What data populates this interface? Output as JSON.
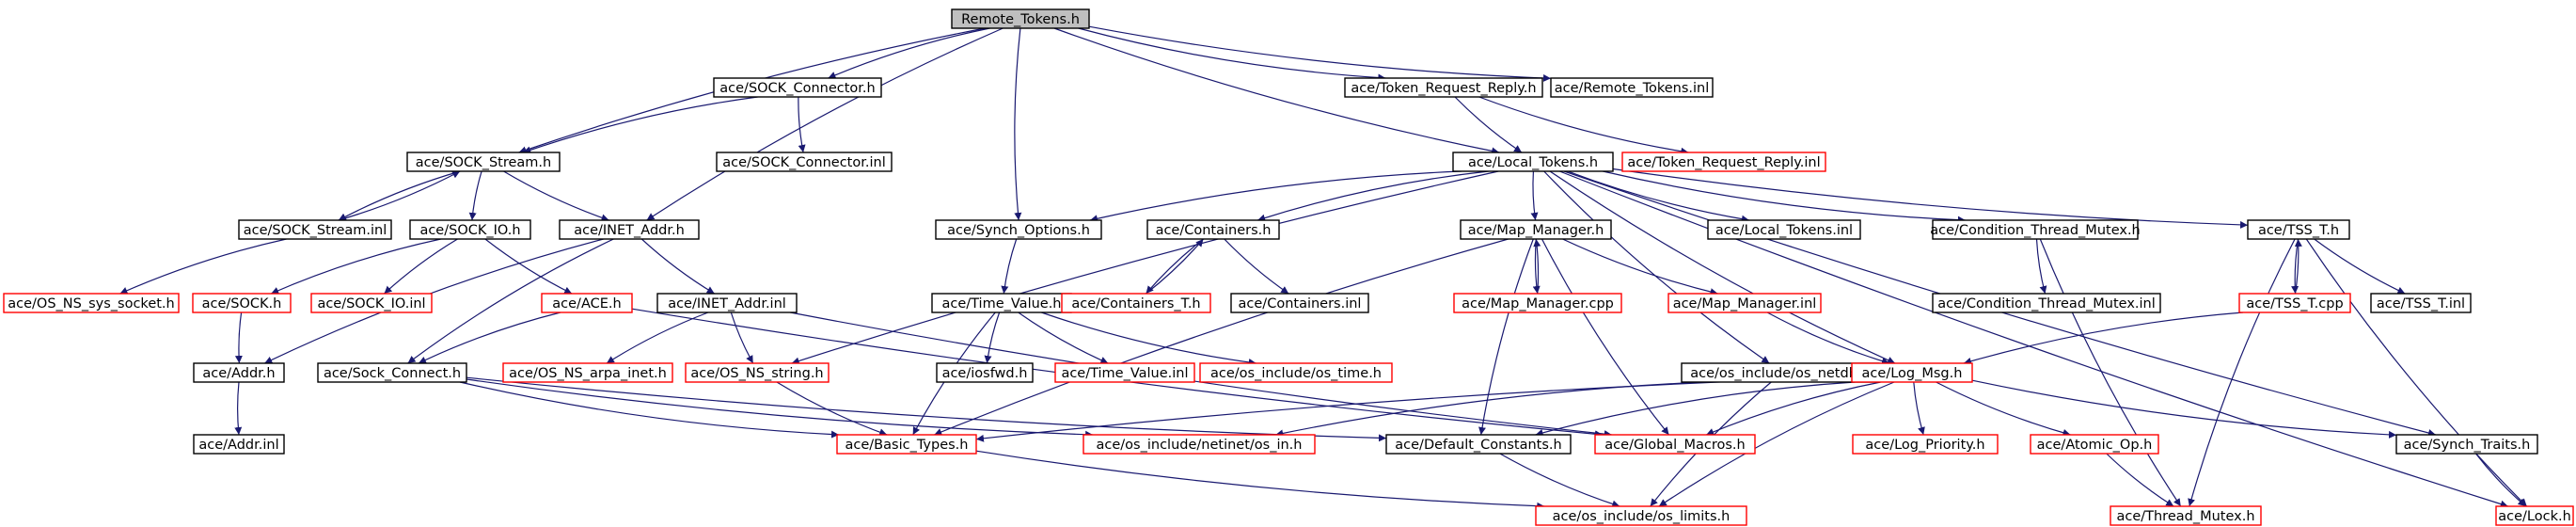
{
  "diagram": {
    "colors": {
      "edge": "#191970",
      "root_fill": "#bfbfbf",
      "black_border": "#000000",
      "red_border": "#ff0000",
      "node_fill": "#ffffff"
    },
    "nodes": [
      {
        "id": "remote_tokens_h",
        "label": "Remote_Tokens.h",
        "border": "root"
      },
      {
        "id": "sock_connector_h",
        "label": "ace/SOCK_Connector.h",
        "border": "black"
      },
      {
        "id": "token_request_reply_h",
        "label": "ace/Token_Request_Reply.h",
        "border": "black"
      },
      {
        "id": "remote_tokens_inl",
        "label": "ace/Remote_Tokens.inl",
        "border": "black"
      },
      {
        "id": "sock_stream_h",
        "label": "ace/SOCK_Stream.h",
        "border": "black"
      },
      {
        "id": "sock_connector_inl",
        "label": "ace/SOCK_Connector.inl",
        "border": "black"
      },
      {
        "id": "local_tokens_h",
        "label": "ace/Local_Tokens.h",
        "border": "black"
      },
      {
        "id": "token_request_reply_inl",
        "label": "ace/Token_Request_Reply.inl",
        "border": "red"
      },
      {
        "id": "sock_stream_inl",
        "label": "ace/SOCK_Stream.inl",
        "border": "black"
      },
      {
        "id": "sock_io_h",
        "label": "ace/SOCK_IO.h",
        "border": "black"
      },
      {
        "id": "inet_addr_h",
        "label": "ace/INET_Addr.h",
        "border": "black"
      },
      {
        "id": "synch_options_h",
        "label": "ace/Synch_Options.h",
        "border": "black"
      },
      {
        "id": "containers_h",
        "label": "ace/Containers.h",
        "border": "black"
      },
      {
        "id": "map_manager_h",
        "label": "ace/Map_Manager.h",
        "border": "black"
      },
      {
        "id": "local_tokens_inl",
        "label": "ace/Local_Tokens.inl",
        "border": "black"
      },
      {
        "id": "condition_thread_mutex_h",
        "label": "ace/Condition_Thread_Mutex.h",
        "border": "black"
      },
      {
        "id": "tss_t_h",
        "label": "ace/TSS_T.h",
        "border": "black"
      },
      {
        "id": "os_ns_sys_socket_h",
        "label": "ace/OS_NS_sys_socket.h",
        "border": "red"
      },
      {
        "id": "sock_h",
        "label": "ace/SOCK.h",
        "border": "red"
      },
      {
        "id": "sock_io_inl",
        "label": "ace/SOCK_IO.inl",
        "border": "red"
      },
      {
        "id": "ace_h",
        "label": "ace/ACE.h",
        "border": "red"
      },
      {
        "id": "inet_addr_inl",
        "label": "ace/INET_Addr.inl",
        "border": "black"
      },
      {
        "id": "time_value_h",
        "label": "ace/Time_Value.h",
        "border": "black"
      },
      {
        "id": "containers_t_h",
        "label": "ace/Containers_T.h",
        "border": "red"
      },
      {
        "id": "containers_inl",
        "label": "ace/Containers.inl",
        "border": "black"
      },
      {
        "id": "map_manager_cpp",
        "label": "ace/Map_Manager.cpp",
        "border": "red"
      },
      {
        "id": "map_manager_inl",
        "label": "ace/Map_Manager.inl",
        "border": "red"
      },
      {
        "id": "condition_thread_mutex_inl",
        "label": "ace/Condition_Thread_Mutex.inl",
        "border": "black"
      },
      {
        "id": "tss_t_cpp",
        "label": "ace/TSS_T.cpp",
        "border": "red"
      },
      {
        "id": "tss_t_inl",
        "label": "ace/TSS_T.inl",
        "border": "black"
      },
      {
        "id": "addr_h",
        "label": "ace/Addr.h",
        "border": "black"
      },
      {
        "id": "sock_connect_h",
        "label": "ace/Sock_Connect.h",
        "border": "black"
      },
      {
        "id": "os_ns_arpa_inet_h",
        "label": "ace/OS_NS_arpa_inet.h",
        "border": "red"
      },
      {
        "id": "os_ns_string_h",
        "label": "ace/OS_NS_string.h",
        "border": "red"
      },
      {
        "id": "iosfwd_h",
        "label": "ace/iosfwd.h",
        "border": "black"
      },
      {
        "id": "time_value_inl",
        "label": "ace/Time_Value.inl",
        "border": "red"
      },
      {
        "id": "os_time_h",
        "label": "ace/os_include/os_time.h",
        "border": "red"
      },
      {
        "id": "os_netdb_h",
        "label": "ace/os_include/os_netdb.h",
        "border": "black"
      },
      {
        "id": "log_msg_h",
        "label": "ace/Log_Msg.h",
        "border": "red"
      },
      {
        "id": "addr_inl",
        "label": "ace/Addr.inl",
        "border": "black"
      },
      {
        "id": "basic_types_h",
        "label": "ace/Basic_Types.h",
        "border": "red"
      },
      {
        "id": "os_in_h",
        "label": "ace/os_include/netinet/os_in.h",
        "border": "red"
      },
      {
        "id": "default_constants_h",
        "label": "ace/Default_Constants.h",
        "border": "black"
      },
      {
        "id": "global_macros_h",
        "label": "ace/Global_Macros.h",
        "border": "red"
      },
      {
        "id": "log_priority_h",
        "label": "ace/Log_Priority.h",
        "border": "red"
      },
      {
        "id": "atomic_op_h",
        "label": "ace/Atomic_Op.h",
        "border": "red"
      },
      {
        "id": "synch_traits_h",
        "label": "ace/Synch_Traits.h",
        "border": "black"
      },
      {
        "id": "os_limits_h",
        "label": "ace/os_include/os_limits.h",
        "border": "red"
      },
      {
        "id": "thread_mutex_h",
        "label": "ace/Thread_Mutex.h",
        "border": "red"
      },
      {
        "id": "lock_h",
        "label": "ace/Lock.h",
        "border": "red"
      }
    ],
    "edges": [
      [
        "remote_tokens_h",
        "sock_connector_h"
      ],
      [
        "remote_tokens_h",
        "token_request_reply_h"
      ],
      [
        "remote_tokens_h",
        "remote_tokens_inl"
      ],
      [
        "remote_tokens_h",
        "sock_stream_h"
      ],
      [
        "remote_tokens_h",
        "inet_addr_h"
      ],
      [
        "remote_tokens_h",
        "synch_options_h"
      ],
      [
        "remote_tokens_h",
        "local_tokens_h"
      ],
      [
        "sock_connector_h",
        "sock_stream_h"
      ],
      [
        "sock_connector_h",
        "sock_connector_inl"
      ],
      [
        "token_request_reply_h",
        "local_tokens_h"
      ],
      [
        "token_request_reply_h",
        "token_request_reply_inl"
      ],
      [
        "sock_stream_h",
        "sock_stream_inl"
      ],
      [
        "sock_stream_h",
        "sock_io_h"
      ],
      [
        "sock_stream_h",
        "inet_addr_h"
      ],
      [
        "sock_stream_inl",
        "sock_stream_h"
      ],
      [
        "sock_stream_inl",
        "os_ns_sys_socket_h"
      ],
      [
        "sock_io_h",
        "sock_h"
      ],
      [
        "sock_io_h",
        "sock_io_inl"
      ],
      [
        "sock_io_h",
        "ace_h"
      ],
      [
        "sock_h",
        "addr_h"
      ],
      [
        "inet_addr_h",
        "inet_addr_inl"
      ],
      [
        "inet_addr_h",
        "addr_h"
      ],
      [
        "inet_addr_h",
        "sock_connect_h"
      ],
      [
        "ace_h",
        "sock_connect_h"
      ],
      [
        "ace_h",
        "global_macros_h"
      ],
      [
        "addr_h",
        "addr_inl"
      ],
      [
        "inet_addr_inl",
        "os_ns_arpa_inet_h"
      ],
      [
        "inet_addr_inl",
        "os_ns_string_h"
      ],
      [
        "inet_addr_inl",
        "global_macros_h"
      ],
      [
        "sock_connect_h",
        "basic_types_h"
      ],
      [
        "sock_connect_h",
        "os_in_h"
      ],
      [
        "sock_connect_h",
        "default_constants_h"
      ],
      [
        "local_tokens_h",
        "synch_options_h"
      ],
      [
        "local_tokens_h",
        "containers_h"
      ],
      [
        "local_tokens_h",
        "map_manager_h"
      ],
      [
        "local_tokens_h",
        "local_tokens_inl"
      ],
      [
        "local_tokens_h",
        "condition_thread_mutex_h"
      ],
      [
        "local_tokens_h",
        "tss_t_h"
      ],
      [
        "local_tokens_h",
        "os_ns_string_h"
      ],
      [
        "local_tokens_h",
        "os_netdb_h"
      ],
      [
        "local_tokens_h",
        "log_msg_h"
      ],
      [
        "local_tokens_h",
        "synch_traits_h"
      ],
      [
        "local_tokens_h",
        "lock_h"
      ],
      [
        "synch_options_h",
        "time_value_h"
      ],
      [
        "time_value_h",
        "basic_types_h"
      ],
      [
        "time_value_h",
        "iosfwd_h"
      ],
      [
        "time_value_h",
        "time_value_inl"
      ],
      [
        "time_value_h",
        "os_time_h"
      ],
      [
        "containers_h",
        "containers_t_h"
      ],
      [
        "containers_h",
        "containers_inl"
      ],
      [
        "containers_t_h",
        "containers_h"
      ],
      [
        "map_manager_h",
        "map_manager_cpp"
      ],
      [
        "map_manager_h",
        "map_manager_inl"
      ],
      [
        "map_manager_h",
        "basic_types_h"
      ],
      [
        "map_manager_h",
        "default_constants_h"
      ],
      [
        "map_manager_h",
        "global_macros_h"
      ],
      [
        "map_manager_cpp",
        "map_manager_h"
      ],
      [
        "map_manager_inl",
        "log_msg_h"
      ],
      [
        "condition_thread_mutex_h",
        "condition_thread_mutex_inl"
      ],
      [
        "condition_thread_mutex_h",
        "thread_mutex_h"
      ],
      [
        "tss_t_h",
        "tss_t_cpp"
      ],
      [
        "tss_t_h",
        "tss_t_inl"
      ],
      [
        "tss_t_h",
        "thread_mutex_h"
      ],
      [
        "tss_t_h",
        "lock_h"
      ],
      [
        "tss_t_cpp",
        "tss_t_h"
      ],
      [
        "tss_t_cpp",
        "log_msg_h"
      ],
      [
        "os_ns_string_h",
        "basic_types_h"
      ],
      [
        "os_netdb_h",
        "os_in_h"
      ],
      [
        "os_netdb_h",
        "os_limits_h"
      ],
      [
        "log_msg_h",
        "default_constants_h"
      ],
      [
        "log_msg_h",
        "global_macros_h"
      ],
      [
        "log_msg_h",
        "log_priority_h"
      ],
      [
        "log_msg_h",
        "atomic_op_h"
      ],
      [
        "log_msg_h",
        "synch_traits_h"
      ],
      [
        "log_msg_h",
        "os_limits_h"
      ],
      [
        "log_msg_h",
        "basic_types_h"
      ],
      [
        "basic_types_h",
        "os_limits_h"
      ],
      [
        "default_constants_h",
        "os_limits_h"
      ],
      [
        "atomic_op_h",
        "thread_mutex_h"
      ],
      [
        "synch_traits_h",
        "lock_h"
      ]
    ]
  }
}
